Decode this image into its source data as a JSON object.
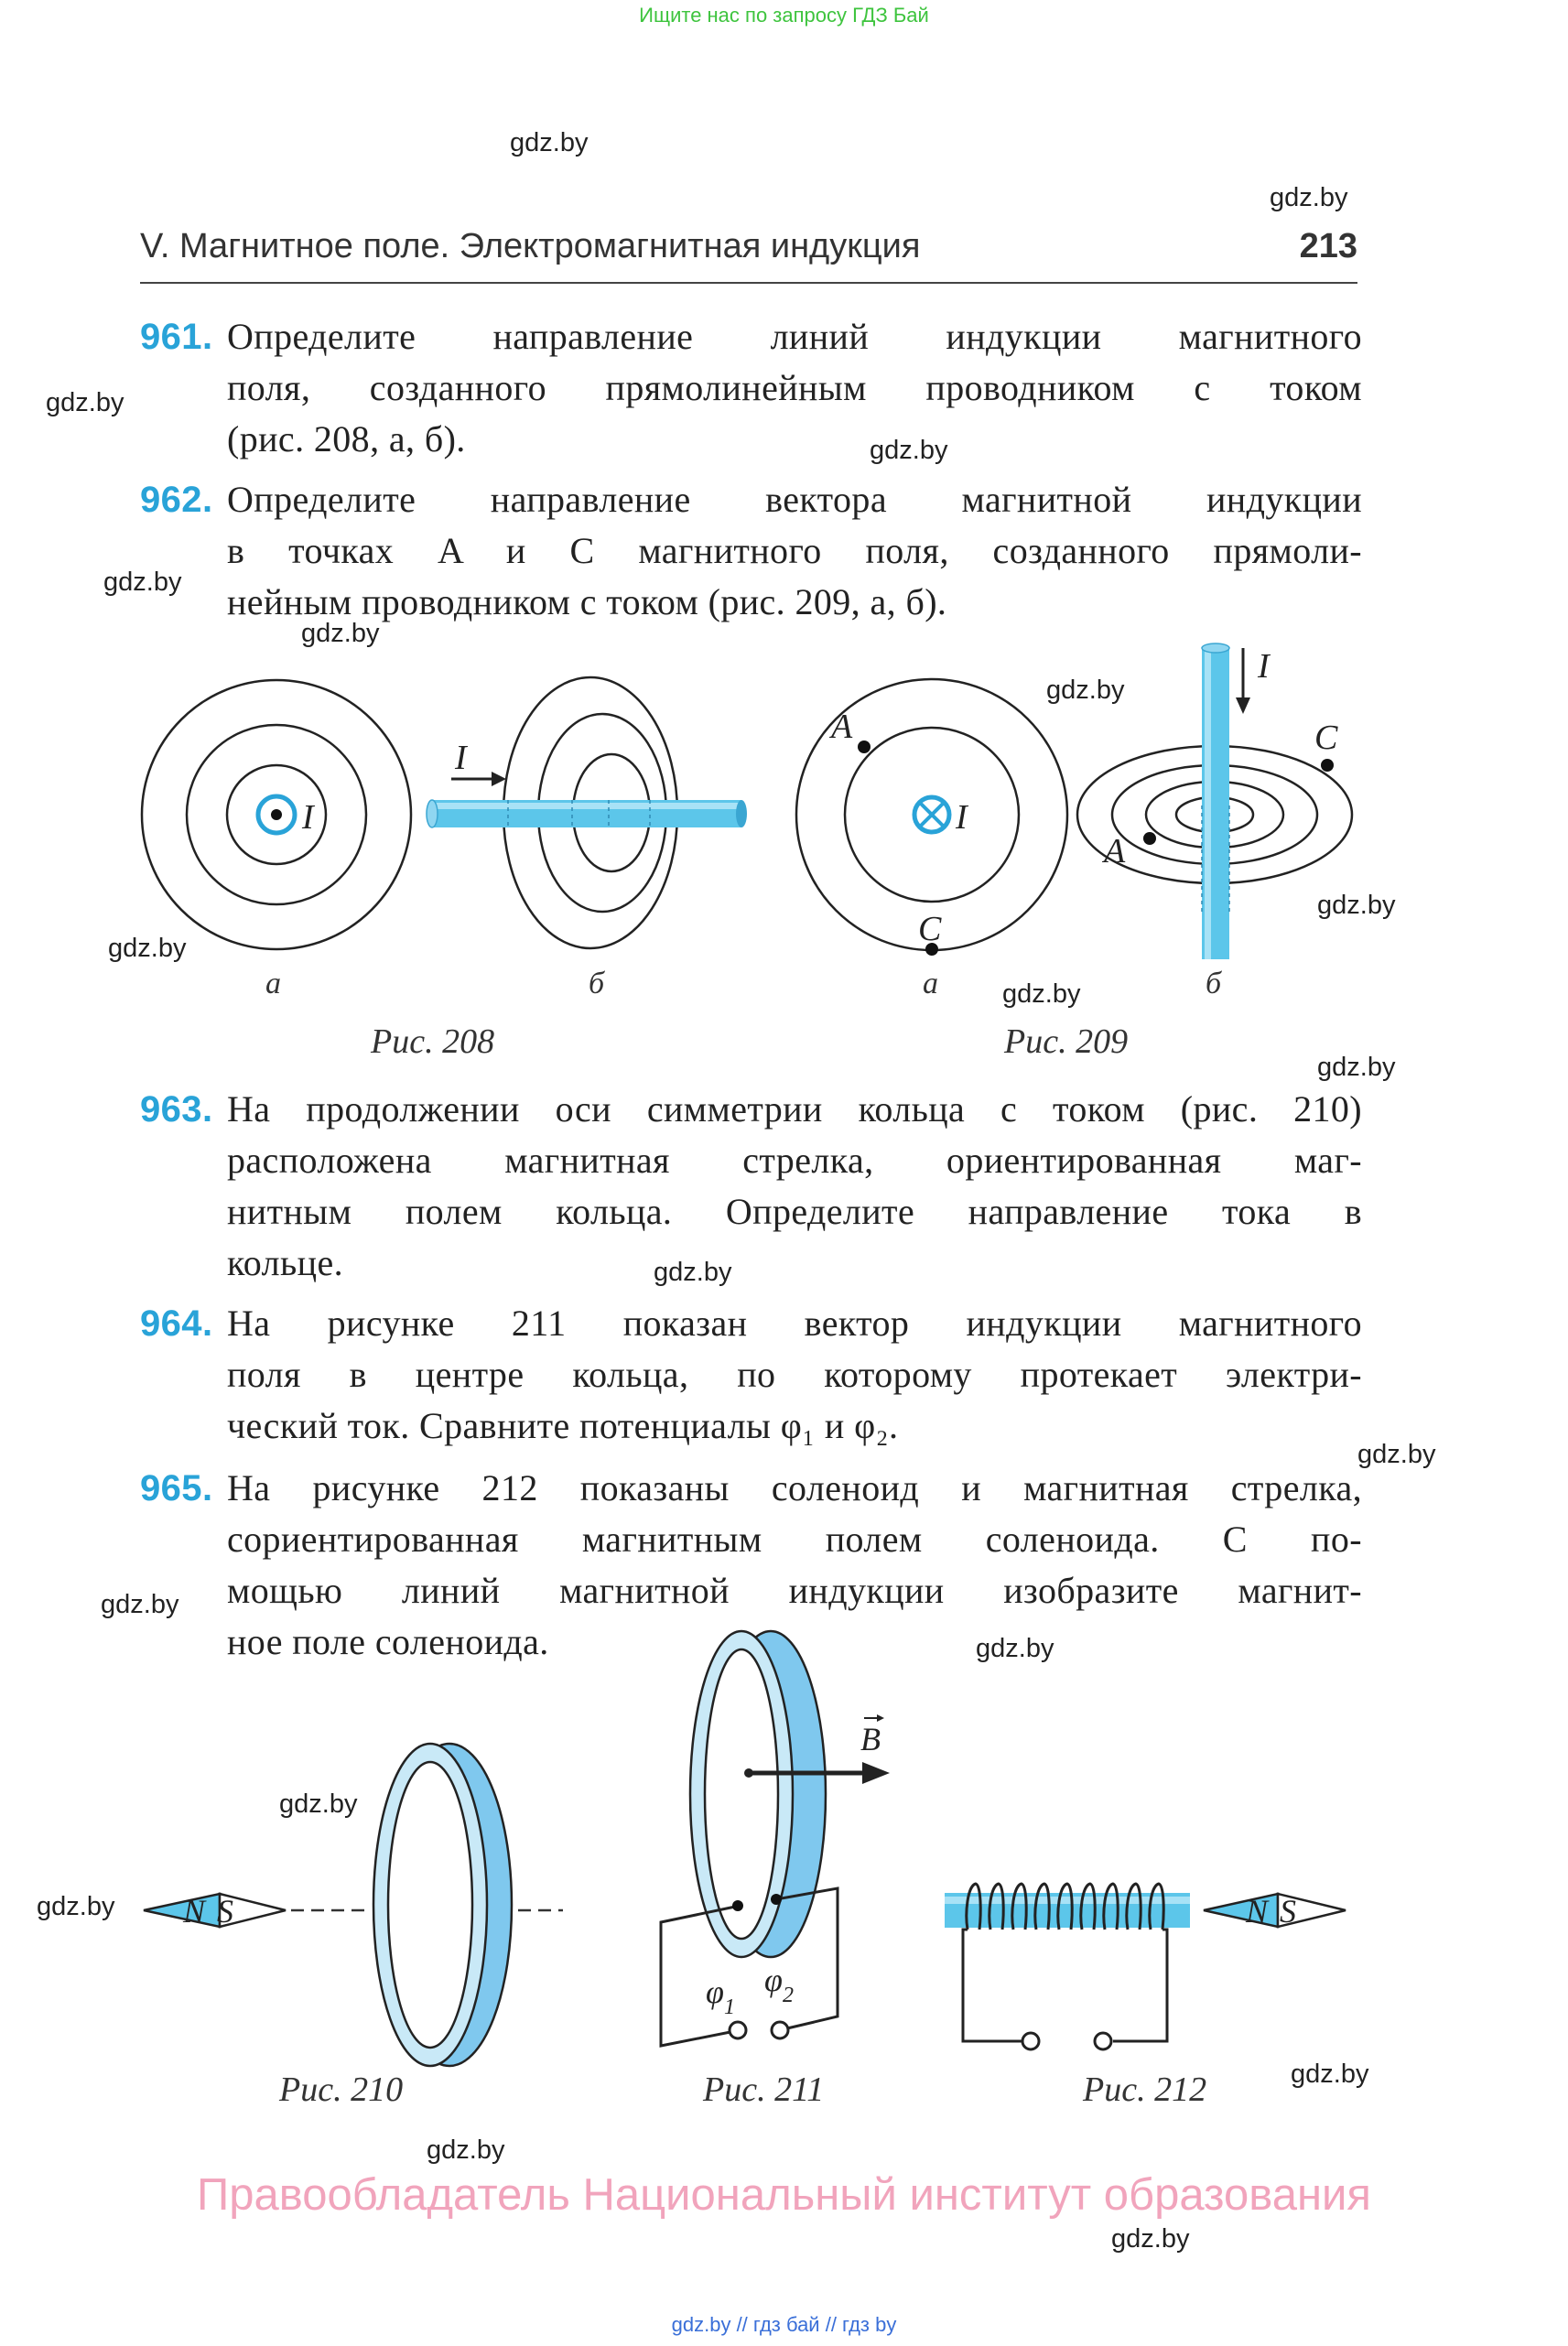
{
  "top_banner": "Ищите нас по запросу ГДЗ Бай",
  "header": {
    "chapter": "V. Магнитное поле. Электромагнитная индукция",
    "page_number": "213"
  },
  "watermark": "gdz.by",
  "problems": [
    {
      "number": "961.",
      "lines": [
        "Определите направление линий индукции магнитного",
        "поля, созданного прямолинейным проводником с током",
        "(рис. 208, а, б)."
      ]
    },
    {
      "number": "962.",
      "lines": [
        "Определите направление вектора магнитной индукции",
        "в точках A и C магнитного поля, созданного прямоли-",
        "нейным проводником с током (рис. 209, а, б)."
      ]
    },
    {
      "number": "963.",
      "lines": [
        "На продолжении оси симметрии кольца с током (рис. 210)",
        "расположена магнитная стрелка, ориентированная маг-",
        "нитным полем кольца. Определите направление тока в",
        "кольце."
      ]
    },
    {
      "number": "964.",
      "lines": [
        "На рисунке 211 показан вектор индукции магнитного",
        "поля в центре кольца, по которому протекает электри-",
        "ческий ток. Сравните потенциалы φ₁ и φ₂."
      ]
    },
    {
      "number": "965.",
      "lines": [
        "На рисунке 212 показаны соленоид и магнитная стрелка,",
        "сориентированная магнитным полем соленоида. С по-",
        "мощью линий магнитной индукции изобразите магнит-",
        "ное поле соленоида."
      ]
    }
  ],
  "figures": {
    "fig208": {
      "caption": "Рис. 208",
      "sub_a": "а",
      "sub_b": "б",
      "current": "I"
    },
    "fig209": {
      "caption": "Рис. 209",
      "sub_a": "а",
      "sub_b": "б",
      "current": "I",
      "point_a": "A",
      "point_c": "C"
    },
    "fig210": {
      "caption": "Рис. 210",
      "north": "N",
      "south": "S"
    },
    "fig211": {
      "caption": "Рис. 211",
      "vector": "B",
      "phi1": "φ",
      "phi1_sub": "1",
      "phi2": "φ",
      "phi2_sub": "2"
    },
    "fig212": {
      "caption": "Рис. 212",
      "north": "N",
      "south": "S"
    }
  },
  "rights_notice": "Правообладатель Национальный институт образования",
  "footer": "gdz.by  //  гдз бай  //  гдз by",
  "colors": {
    "accent": "#29a3d8",
    "rod": "#5cc6ea",
    "ring_light": "#c9e9f7",
    "ring_dark": "#7fc8ee",
    "rights": "#f1a4bc",
    "banner": "#3ec43e"
  }
}
